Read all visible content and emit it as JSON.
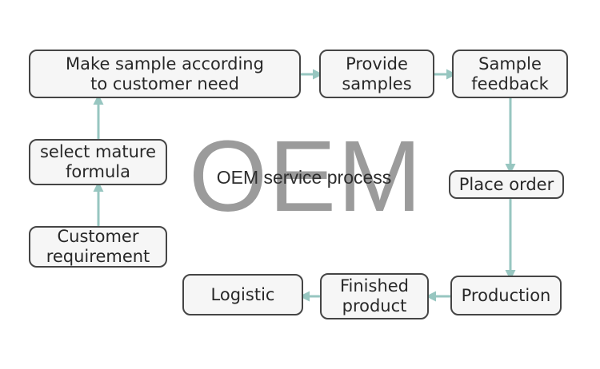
{
  "diagram": {
    "title": "OEM service process",
    "watermark": "OEM",
    "accent_color": "#97c6c0",
    "box_border_color": "#454545",
    "box_fill_color": "#f6f6f6",
    "watermark_color": "#9b9b9b",
    "text_color": "#282828",
    "background_color": "#ffffff",
    "nodes": [
      {
        "id": "make-sample",
        "label": "Make sample according\nto customer need"
      },
      {
        "id": "provide-samples",
        "label": "Provide\nsamples"
      },
      {
        "id": "sample-feedback",
        "label": "Sample\nfeedback"
      },
      {
        "id": "select-formula",
        "label": "select mature\nformula"
      },
      {
        "id": "customer-req",
        "label": "Customer\nrequirement"
      },
      {
        "id": "place-order",
        "label": "Place order"
      },
      {
        "id": "production",
        "label": "Production"
      },
      {
        "id": "finished-product",
        "label": "Finished\nproduct"
      },
      {
        "id": "logistic",
        "label": "Logistic"
      }
    ],
    "edges": [
      {
        "id": "cust-to-formula",
        "from": "customer-req",
        "to": "select-formula",
        "direction": "up"
      },
      {
        "id": "formula-to-make",
        "from": "select-formula",
        "to": "make-sample",
        "direction": "up"
      },
      {
        "id": "make-to-provide",
        "from": "make-sample",
        "to": "provide-samples",
        "direction": "right"
      },
      {
        "id": "provide-to-fb",
        "from": "provide-samples",
        "to": "sample-feedback",
        "direction": "right"
      },
      {
        "id": "fb-to-place",
        "from": "sample-feedback",
        "to": "place-order",
        "direction": "down"
      },
      {
        "id": "place-to-prod",
        "from": "place-order",
        "to": "production",
        "direction": "down"
      },
      {
        "id": "prod-to-finished",
        "from": "production",
        "to": "finished-product",
        "direction": "left"
      },
      {
        "id": "finished-to-log",
        "from": "finished-product",
        "to": "logistic",
        "direction": "left"
      }
    ]
  }
}
